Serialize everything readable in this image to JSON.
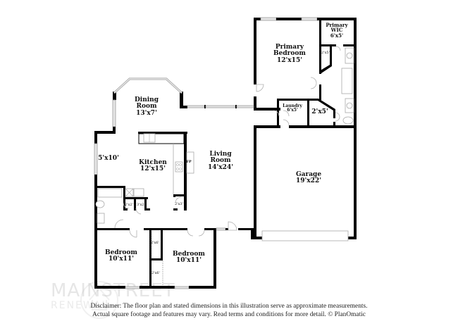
{
  "rooms": {
    "primary_bedroom": {
      "name": "Primary\nBedroom",
      "line1": "Primary",
      "line2": "Bedroom",
      "dims": "12'x15'"
    },
    "primary_wic": {
      "line1": "Primary",
      "line2": "WIC",
      "dims": "6'x5'"
    },
    "primary_closet_small": {
      "dims": "2'x5'"
    },
    "laundry": {
      "line1": "Laundry",
      "dims": "6'x5'"
    },
    "hall_closet": {
      "dims": "2'x5'"
    },
    "dining_room": {
      "line1": "Dining",
      "line2": "Room",
      "dims": "13'x7'"
    },
    "nook": {
      "dims": "5'x10'"
    },
    "kitchen": {
      "line1": "Kitchen",
      "dims": "12'x15'"
    },
    "living_room": {
      "line1": "Living",
      "line2": "Room",
      "dims": "14'x24'"
    },
    "fireplace": {
      "label": "FP"
    },
    "garage": {
      "line1": "Garage",
      "dims": "19'x22'"
    },
    "bedroom_left": {
      "line1": "Bedroom",
      "dims": "10'x11'"
    },
    "bedroom_right": {
      "line1": "Bedroom",
      "dims": "10'x11'"
    },
    "linen_closet_1": {
      "dims": "2'x2'"
    },
    "linen_closet_2": {
      "dims": "3'x2'"
    },
    "pantry": {
      "dims": "2'x3'"
    },
    "bedroom_closet_upper": {
      "dims": "2'x6'"
    },
    "bedroom_closet_lower": {
      "dims": "2'x6'"
    }
  },
  "watermark": {
    "brand": "MAINSTREET",
    "sub": "RENEWAL"
  },
  "disclaimer": {
    "line1": "Disclaimer: The floor plan and stated dimensions in this illustration serve as approximate measurements.",
    "line2": "Actual square footage and features may vary. Read terms and conditions for more detail. © PlanOmatic"
  }
}
